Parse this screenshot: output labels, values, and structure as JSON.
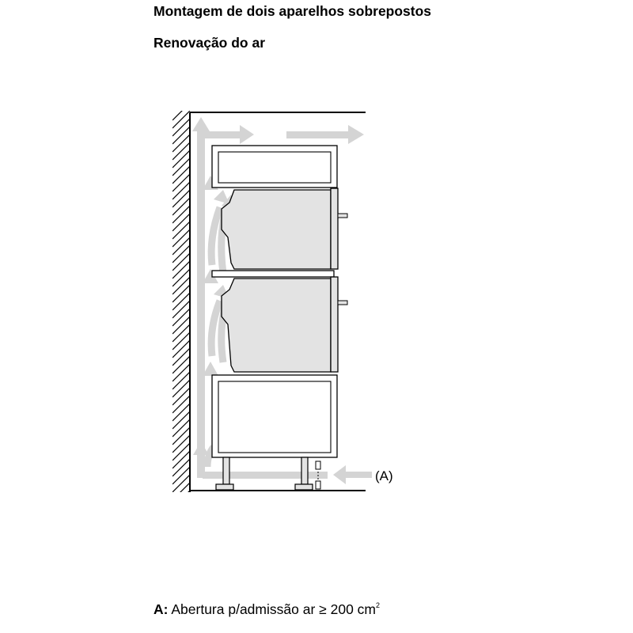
{
  "header": {
    "title": "Montagem de dois aparelhos sobrepostos",
    "subtitle": "Renovação do ar"
  },
  "diagram": {
    "callout_label": "(A)",
    "colors": {
      "arrow": "#d4d4d4",
      "appliance_fill": "#e3e3e3",
      "outline": "#000000",
      "panel_fill": "#ffffff"
    }
  },
  "legend": {
    "key": "A:",
    "text": "Abertura p/admissão ar ≥ 200 cm",
    "unit_superscript": "2"
  }
}
